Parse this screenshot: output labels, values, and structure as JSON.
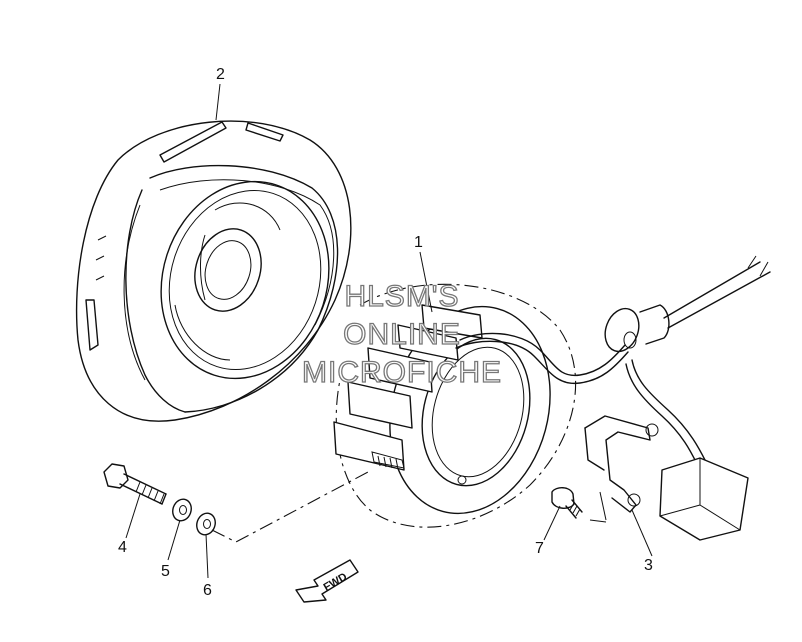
{
  "callouts": {
    "part_1": "1",
    "part_2": "2",
    "part_3": "3",
    "part_4": "4",
    "part_5": "5",
    "part_6": "6",
    "part_7": "7"
  },
  "watermark": {
    "line1": "HLSM'S",
    "line2": "ONLINE",
    "line3": "MICROFICHE"
  },
  "direction_arrow": {
    "label": "FWD"
  }
}
